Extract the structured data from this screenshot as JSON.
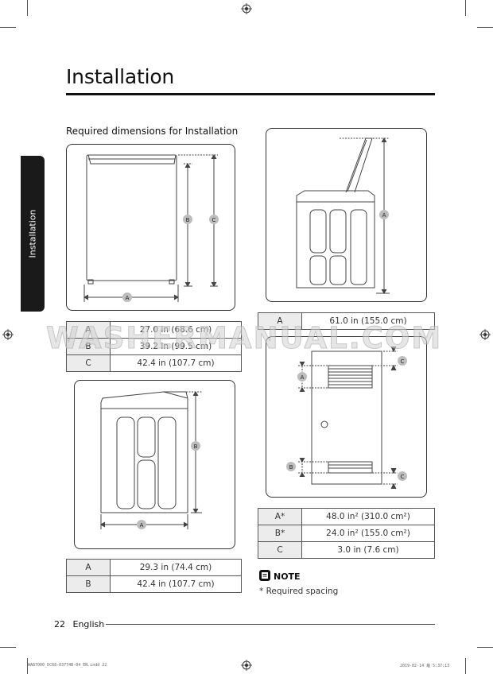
{
  "page": {
    "title": "Installation",
    "section_heading": "Required dimensions for Installation",
    "side_tab": "Installation",
    "page_number": "22",
    "language": "English",
    "watermark": "WASHERMANUAL.COM",
    "slug_left": "WA87000_DC68-03774B-04_EN.indd   22",
    "slug_right": "2019-02-14   龜 5:37:13"
  },
  "diagram_labels": {
    "a": "A",
    "b": "B",
    "c": "C"
  },
  "table_front": [
    {
      "key": "A",
      "value": "27.0 in (68.6 cm)"
    },
    {
      "key": "B",
      "value": "39.2 in (99.5 cm)"
    },
    {
      "key": "C",
      "value": "42.4 in (107.7 cm)"
    }
  ],
  "table_side": [
    {
      "key": "A",
      "value": "29.3 in (74.4 cm)"
    },
    {
      "key": "B",
      "value": "42.4 in (107.7 cm)"
    }
  ],
  "table_lid": [
    {
      "key": "A",
      "value": "61.0 in (155.0 cm)"
    }
  ],
  "table_door": [
    {
      "key": "A*",
      "value": "48.0 in² (310.0 cm²)"
    },
    {
      "key": "B*",
      "value": "24.0 in² (155.0 cm²)"
    },
    {
      "key": "C",
      "value": "3.0 in (7.6 cm)"
    }
  ],
  "note": {
    "heading": "NOTE",
    "text": "* Required spacing"
  }
}
